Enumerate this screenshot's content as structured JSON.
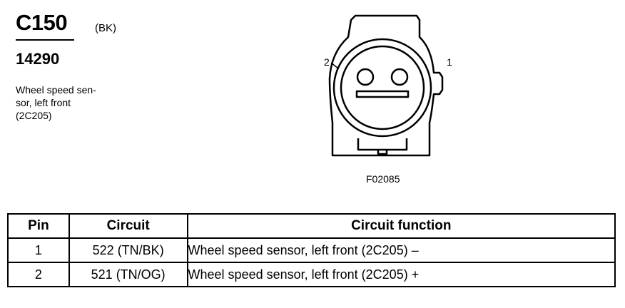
{
  "connector": {
    "id": "C150",
    "color": "(BK)",
    "part_number": "14290",
    "description_lines": [
      "Wheel speed sen-",
      "sor, left front",
      "(2C205)"
    ]
  },
  "diagram": {
    "pin_label_left": "2",
    "pin_label_right": "1",
    "figure_id": "F02085"
  },
  "table": {
    "headers": [
      "Pin",
      "Circuit",
      "Circuit function"
    ],
    "rows": [
      {
        "pin": "1",
        "circuit": "522 (TN/BK)",
        "function": "Wheel speed sensor, left front (2C205) –"
      },
      {
        "pin": "2",
        "circuit": "521 (TN/OG)",
        "function": "Wheel speed sensor, left front (2C205) +"
      }
    ]
  }
}
